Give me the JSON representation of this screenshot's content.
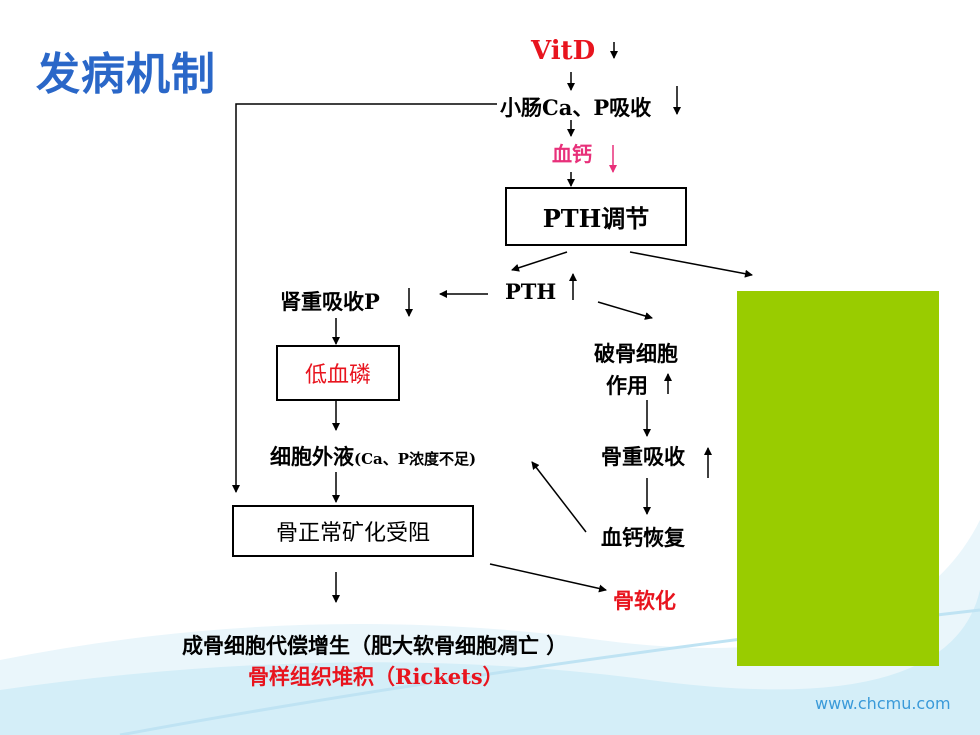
{
  "title": "发病机制",
  "diagram": {
    "vitd": "VitD",
    "intestine_absorb": "小肠Ca、P吸收",
    "blood_calcium": "血钙",
    "pth_regulation": "PTH调节",
    "pth": "PTH",
    "kidney_reabsorb_p": "肾重吸收P",
    "hypophosphatemia": "低血磷",
    "osteoclast_1": "破骨细胞",
    "osteoclast_2": "作用",
    "extracellular": "细胞外液",
    "extracellular_note": "(Ca、P浓度不足)",
    "bone_resorption": "骨重吸收",
    "mineralization_block": "骨正常矿化受阻",
    "calcium_recovery": "血钙恢复",
    "osteomalacia": "骨软化",
    "osteoblast_compensation": "成骨细胞代偿增生（肥大软骨细胞凋亡 ）",
    "osteoid_accumulation": "骨样组织堆积（Rickets）"
  },
  "colors": {
    "title": "#2a67c8",
    "red": "#e8141e",
    "pink": "#e8307a",
    "green_panel": "#99cc00"
  },
  "watermark": "www.chcmu.com"
}
